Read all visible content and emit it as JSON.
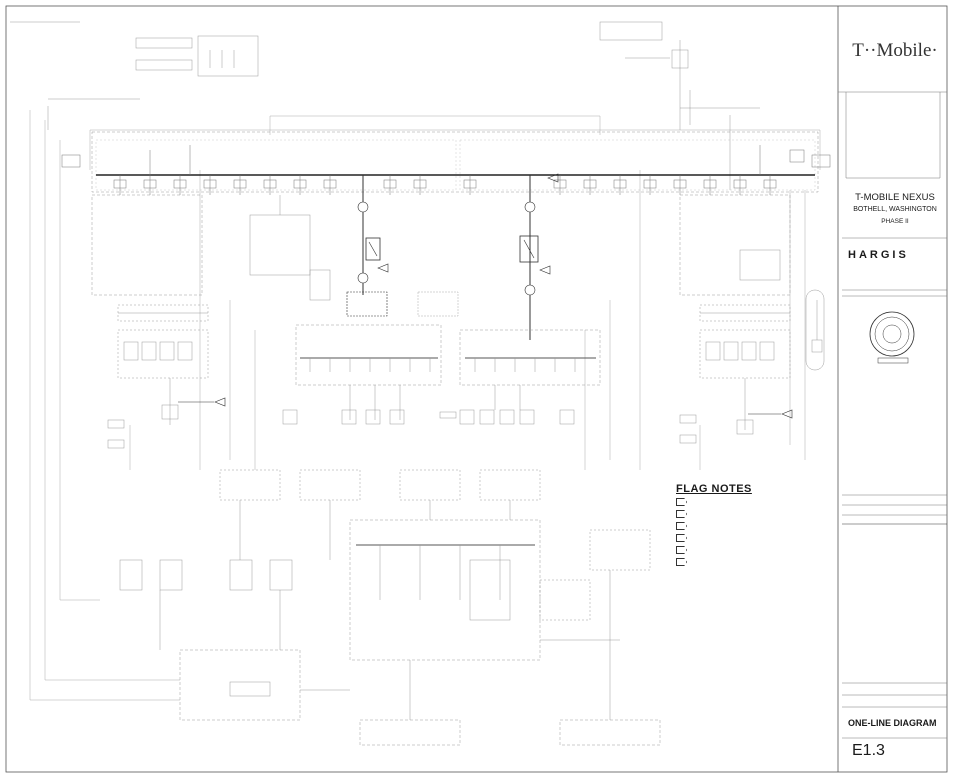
{
  "title_block": {
    "client_logo": "T··Mobile·",
    "project": {
      "name": "T-MOBILE NEXUS",
      "location": "BOTHELL, WASHINGTON",
      "phase": "PHASE II"
    },
    "firm": {
      "name": "HARGIS"
    },
    "disciplines": "",
    "revisions": [
      {
        "no": "",
        "description": "",
        "date": ""
      },
      {
        "no": "",
        "description": "",
        "date": ""
      },
      {
        "no": "",
        "description": "",
        "date": ""
      }
    ],
    "revision_header": {
      "no": "",
      "description": "",
      "date": ""
    },
    "drawn_by": "",
    "checked_by": "",
    "job_no": "",
    "scale": "",
    "sheet_title": {
      "line1": "ONE-LINE DIAGRAM",
      "line2": ""
    },
    "sheet_number": "E1.3"
  },
  "flag_notes": {
    "title": "FLAG NOTES",
    "items": [
      {
        "num": "",
        "text": ""
      },
      {
        "num": "",
        "text": ""
      },
      {
        "num": "",
        "text": ""
      },
      {
        "num": "",
        "text": ""
      },
      {
        "num": "",
        "text": ""
      },
      {
        "num": "",
        "text": ""
      }
    ]
  },
  "diagram": {
    "buses": [
      {
        "id": "main-bus",
        "label": ""
      },
      {
        "id": "dist-bus-left",
        "label": ""
      },
      {
        "id": "dist-bus-right",
        "label": ""
      },
      {
        "id": "lower-bus",
        "label": ""
      }
    ],
    "labels": {
      "to_bus_left": "",
      "to_bus_right": "",
      "ats_left": "",
      "ats_right": "",
      "gen_bus": "",
      "feeder_left": "",
      "feeder_right": "",
      "mcc_left": "",
      "mcc_right": "",
      "breaker_main": ""
    }
  }
}
